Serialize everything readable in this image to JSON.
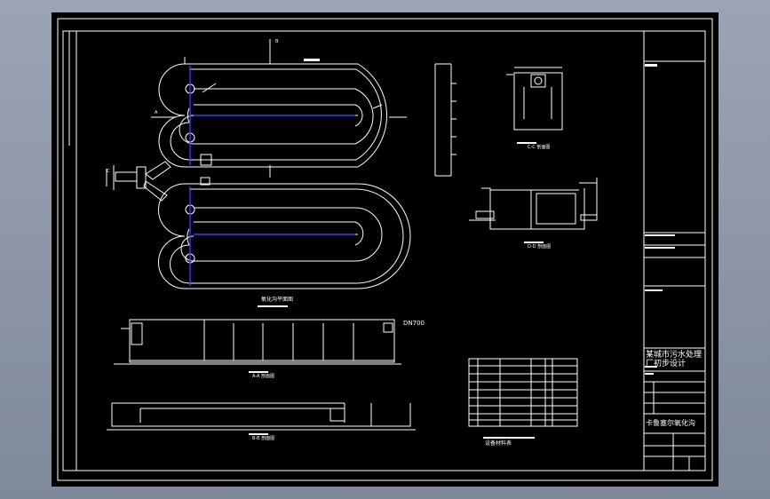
{
  "drawing": {
    "background": "#000000",
    "line_color": "#ffffff",
    "pipe_color": "#3a3aff",
    "plan_caption": "氧化沟平面图",
    "section_aa_caption": "A-A 剖面图",
    "section_bb_caption": "B-B 剖面图",
    "section_cc_caption": "C-C 剖面图",
    "section_dd_caption": "D-D 剖面图",
    "pipe_label": "DN700",
    "marker_a": "A",
    "marker_b": "B",
    "marker_c": "C",
    "table_caption": "设备材料表",
    "title_block": {
      "project_name": "某城市污水处理厂初步设计",
      "drawing_name": "卡鲁塞尔氧化沟"
    }
  }
}
